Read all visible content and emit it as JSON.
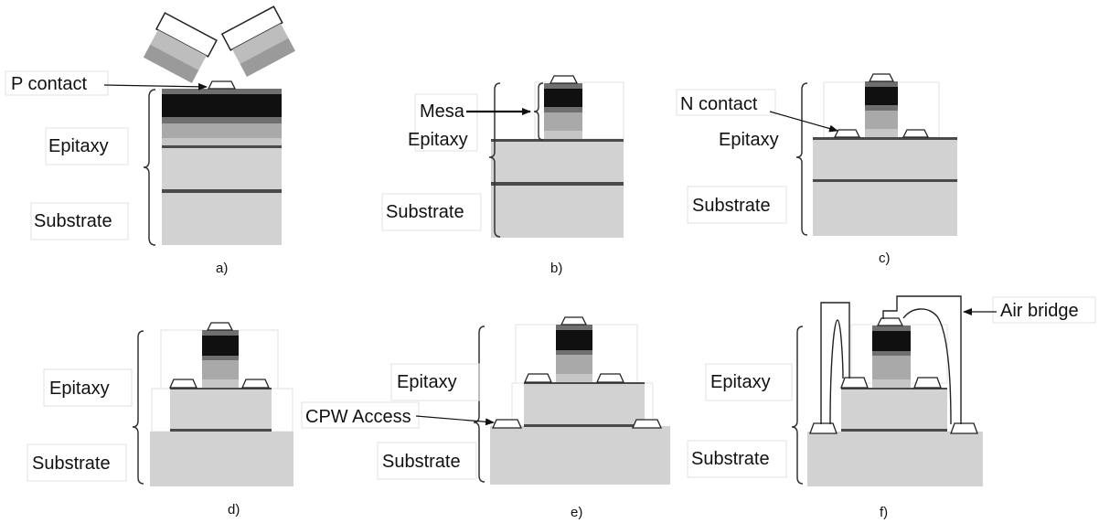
{
  "colors": {
    "substrate": "#d2d2d2",
    "epi_light": "#c6c6c6",
    "epi_mid": "#a9a9a9",
    "epi_dark": "#101010",
    "epi_gray": "#6f6f6f",
    "line": "#4a4a4a",
    "contact_fill": "#ffffff",
    "stroke": "#222222"
  },
  "panels": {
    "a": {
      "caption": "a)",
      "labels": {
        "p_contact": "P contact",
        "epitaxy": "Epitaxy",
        "substrate": "Substrate"
      }
    },
    "b": {
      "caption": "b)",
      "labels": {
        "mesa": "Mesa",
        "epitaxy": "Epitaxy",
        "substrate": "Substrate"
      }
    },
    "c": {
      "caption": "c)",
      "labels": {
        "n_contact": "N contact",
        "epitaxy": "Epitaxy",
        "substrate": "Substrate"
      }
    },
    "d": {
      "caption": "d)",
      "labels": {
        "epitaxy": "Epitaxy",
        "substrate": "Substrate"
      }
    },
    "e": {
      "caption": "e)",
      "labels": {
        "cpw_access": "CPW Access",
        "epitaxy": "Epitaxy",
        "substrate": "Substrate"
      }
    },
    "f": {
      "caption": "f)",
      "labels": {
        "air_bridge": "Air bridge",
        "epitaxy": "Epitaxy",
        "substrate": "Substrate"
      }
    }
  }
}
